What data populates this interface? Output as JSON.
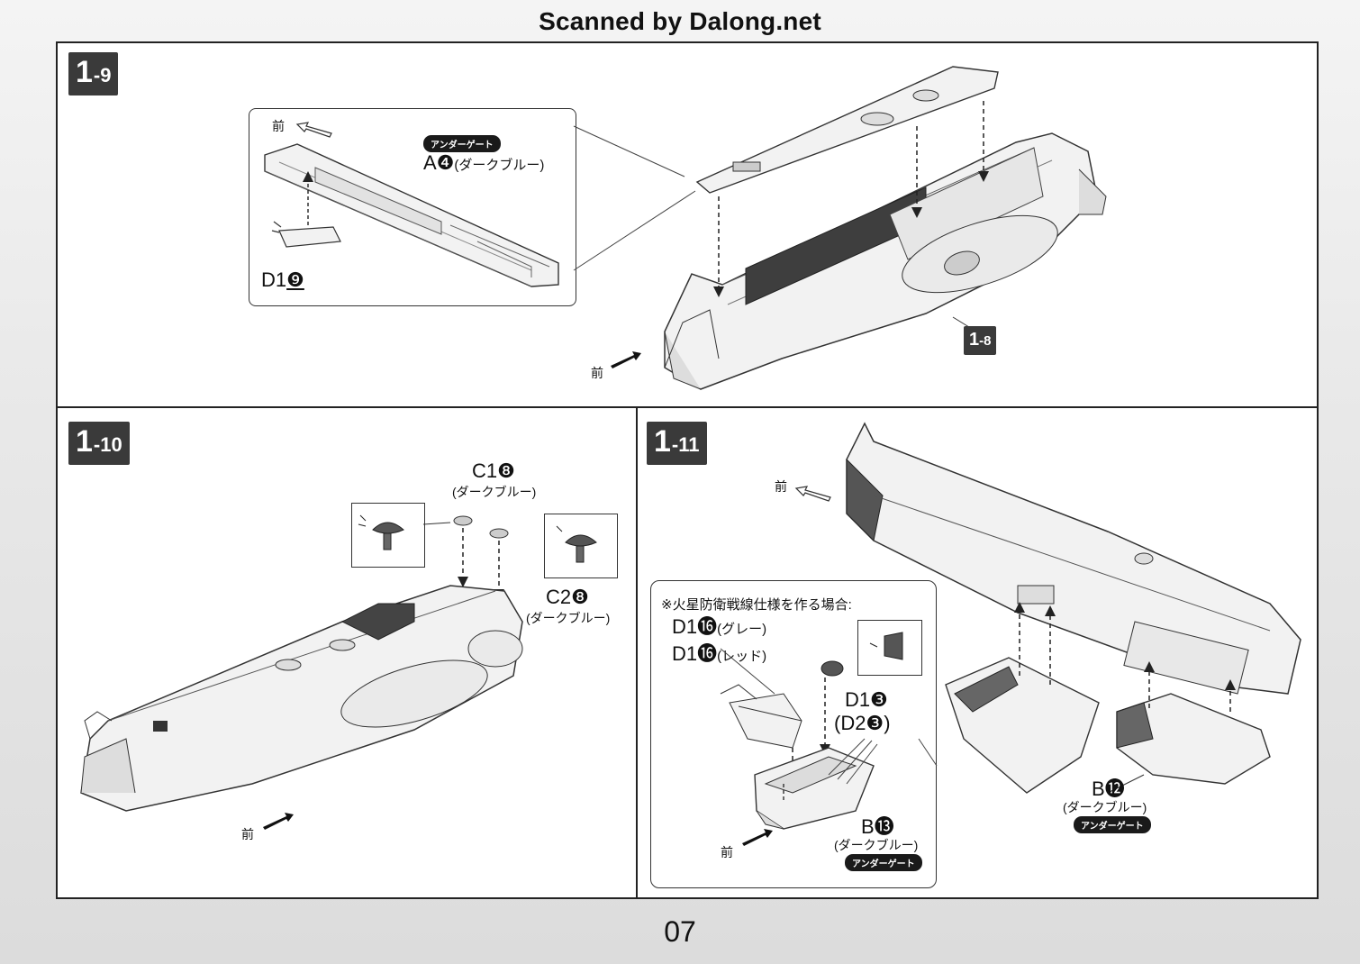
{
  "header": {
    "scan_credit": "Scanned by Dalong.net"
  },
  "steps": {
    "s1_9": {
      "num": "1",
      "sub": "-9"
    },
    "s1_8": {
      "num": "1",
      "sub": "-8"
    },
    "s1_10": {
      "num": "1",
      "sub": "-10"
    },
    "s1_11": {
      "num": "1",
      "sub": "-11"
    }
  },
  "common": {
    "front": "前",
    "under_gate": "アンダーゲート"
  },
  "panel_1_9": {
    "part_a": "A",
    "part_a_num": "❹",
    "part_a_color": "(ダークブルー)",
    "part_d1": "D1",
    "part_d1_num": "❾"
  },
  "panel_1_10": {
    "part_c1": "C1",
    "part_c1_num": "❽",
    "part_c1_color": "(ダークブルー)",
    "part_c2": "C2",
    "part_c2_num": "❽",
    "part_c2_color": "(ダークブルー)"
  },
  "panel_1_11": {
    "note": "※火星防衛戦線仕様を作る場合:",
    "d1_gray": "D1",
    "d1_gray_num": "⓰",
    "d1_gray_color": "(グレー)",
    "d1_red": "D1",
    "d1_red_num": "⓰",
    "d1_red_color": "(レッド)",
    "d1_3": "D1",
    "d1_3_num": "❸",
    "d2_3": "(D2",
    "d2_3_num": "❸",
    "d2_3_close": ")",
    "b13": "B",
    "b13_num": "⓭",
    "b13_color": "(ダークブルー)",
    "b12": "B",
    "b12_num": "⓬",
    "b12_color": "(ダークブルー)"
  },
  "footer": {
    "page_number": "07"
  },
  "colors": {
    "dark_step": "#3a3a3a",
    "line": "#222222",
    "ship_fill": "#f2f2f2",
    "ship_stroke": "#333333"
  }
}
